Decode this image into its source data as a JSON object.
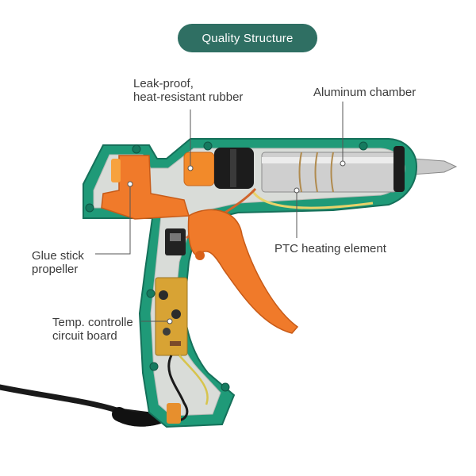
{
  "title_badge": "Quality Structure",
  "labels": {
    "rubber": [
      "Leak-proof,",
      "heat-resistant rubber"
    ],
    "chamber": "Aluminum chamber",
    "heater": "PTC heating element",
    "propeller": [
      "Glue stick",
      "propeller"
    ],
    "board": [
      "Temp. controlle",
      "circuit board"
    ]
  },
  "colors": {
    "housing": "#1f9a78",
    "housing_inner": "#d9dcd8",
    "trigger": "#f07a2a",
    "badge": "#2f6f63",
    "leader_line": "#555555"
  }
}
